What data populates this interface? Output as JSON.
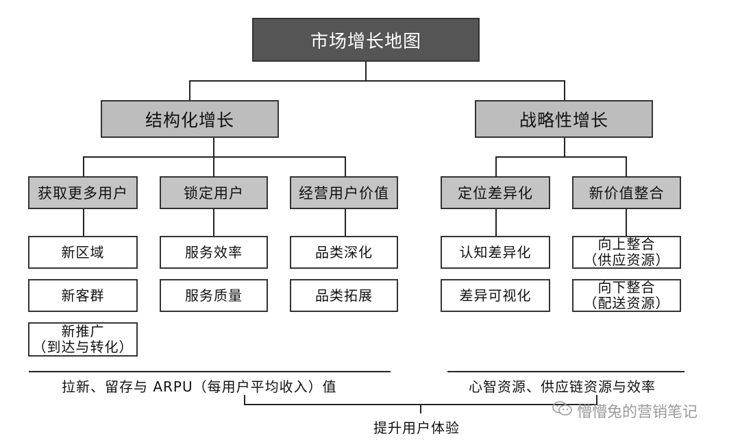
{
  "root": "市场增长地图",
  "branches": {
    "structural": {
      "title": "结构化增长",
      "groups": [
        {
          "title": "获取更多用户",
          "items": [
            "新区域",
            "新客群",
            "新推广\n（到达与转化）"
          ]
        },
        {
          "title": "锁定用户",
          "items": [
            "服务效率",
            "服务质量"
          ]
        },
        {
          "title": "经营用户价值",
          "items": [
            "品类深化",
            "品类拓展"
          ]
        }
      ],
      "summary": "拉新、留存与 ARPU（每用户平均收入）值"
    },
    "strategic": {
      "title": "战略性增长",
      "groups": [
        {
          "title": "定位差异化",
          "items": [
            "认知差异化",
            "差异可视化"
          ]
        },
        {
          "title": "新价值整合",
          "items": [
            "向上整合\n（供应资源）",
            "向下整合\n（配送资源）"
          ]
        }
      ],
      "summary": "心智资源、供应链资源与效率"
    }
  },
  "conclusion": "提升用户体验",
  "watermark": {
    "text": "懵懵兔的营销笔记",
    "icon": "wechat-icon"
  }
}
